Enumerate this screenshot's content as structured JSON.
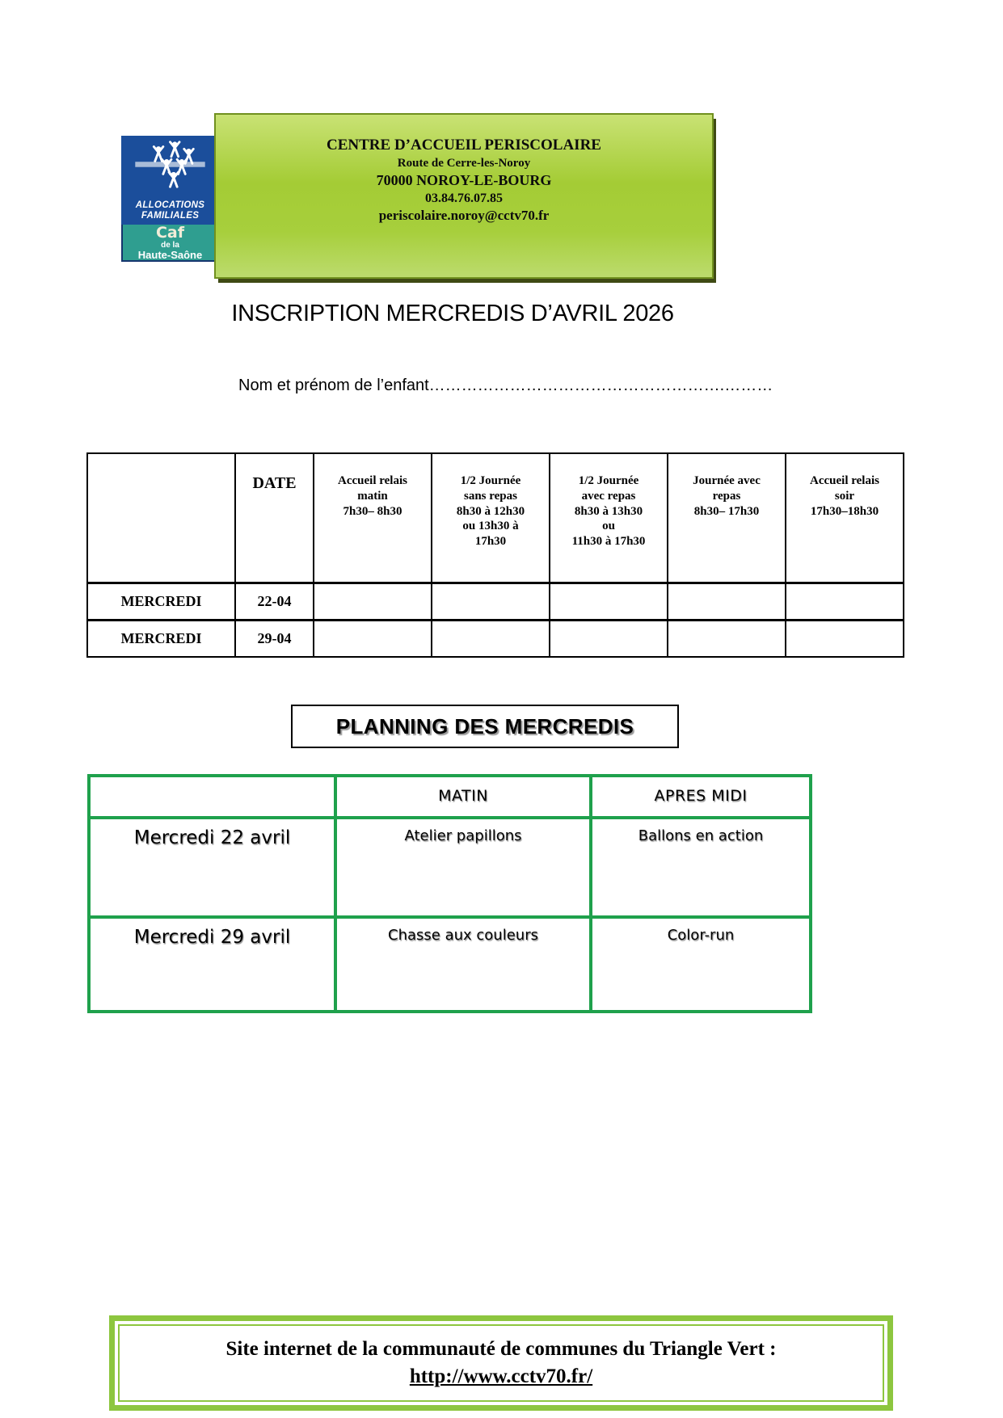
{
  "logo": {
    "allocations_line1": "ALLOCATIONS",
    "allocations_line2": "FAMILIALES",
    "caf": "Caf",
    "de_la": "de la",
    "region": "Haute-Saône"
  },
  "header_box": {
    "line1": "CENTRE D’ACCUEIL PERISCOLAIRE",
    "line2": "Route de Cerre-les-Noroy",
    "line3": "70000 NOROY-LE-BOURG",
    "line4": "03.84.76.07.85",
    "line5": "periscolaire.noroy@cctv70.fr"
  },
  "title": "INSCRIPTION MERCREDIS D’AVRIL 2026",
  "name_line": "Nom et prénom de l’enfant……………………………………………….………",
  "inscription_table": {
    "headers": [
      "",
      "DATE",
      "Accueil relais\nmatin\n7h30– 8h30",
      "1/2 Journée\nsans repas\n8h30 à 12h30\nou 13h30 à\n17h30",
      "1/2 Journée\navec repas\n8h30 à 13h30\nou\n11h30 à 17h30",
      "Journée avec\nrepas\n8h30– 17h30",
      "Accueil relais\nsoir\n17h30–18h30"
    ],
    "rows": [
      {
        "day": "MERCREDI",
        "date": "22-04"
      },
      {
        "day": "MERCREDI",
        "date": "29-04"
      }
    ]
  },
  "planning": {
    "title": "PLANNING DES MERCREDIS",
    "headers": [
      "",
      "MATIN",
      "APRES MIDI"
    ],
    "rows": [
      {
        "day": "Mercredi 22 avril",
        "matin": "Atelier papillons",
        "apres_midi": "Ballons en action"
      },
      {
        "day": "Mercredi 29 avril",
        "matin": "Chasse aux couleurs",
        "apres_midi": "Color-run"
      }
    ]
  },
  "footer_box": {
    "line1": "Site internet de la communauté de communes du Triangle Vert :",
    "link": "http://www.cctv70.fr/"
  },
  "colors": {
    "caf_blue": "#1b4e9b",
    "caf_band_blue": "#a9bcd8",
    "caf_teal": "#2f9e90",
    "caf_navy": "#15356e",
    "header_green_light": "#c9e274",
    "header_green_dark": "#a4cc35",
    "header_border": "#70901f",
    "header_shadow": "#3f4a14",
    "planning_green": "#1fa14c",
    "footer_green": "#8dc63f"
  }
}
